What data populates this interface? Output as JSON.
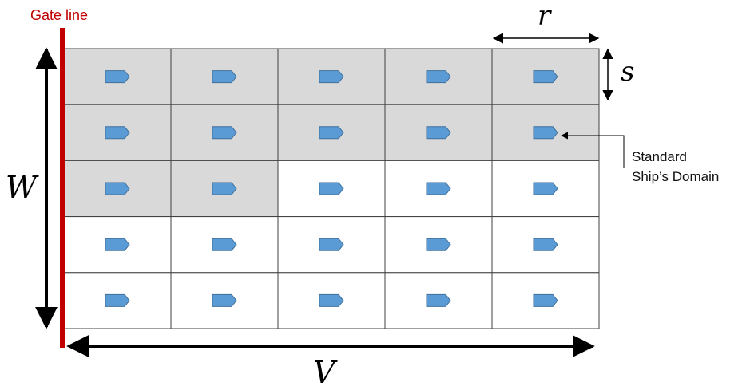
{
  "gate_line": {
    "label": "Gate line",
    "color": "#c00000"
  },
  "dimensions": {
    "r": "r",
    "s": "s",
    "W": "W",
    "V": "V"
  },
  "callout": {
    "line1": "Standard",
    "line2": "Ship’s Domain"
  },
  "grid": {
    "rows": 5,
    "cols": 5,
    "occupied_color": "#d9d9d9",
    "free_color": "#ffffff",
    "ship_color": "#5b9bd5",
    "occupied": [
      [
        1,
        1,
        1,
        1,
        1
      ],
      [
        1,
        1,
        1,
        1,
        1
      ],
      [
        1,
        1,
        0,
        0,
        0
      ],
      [
        0,
        0,
        0,
        0,
        0
      ],
      [
        0,
        0,
        0,
        0,
        0
      ]
    ]
  }
}
